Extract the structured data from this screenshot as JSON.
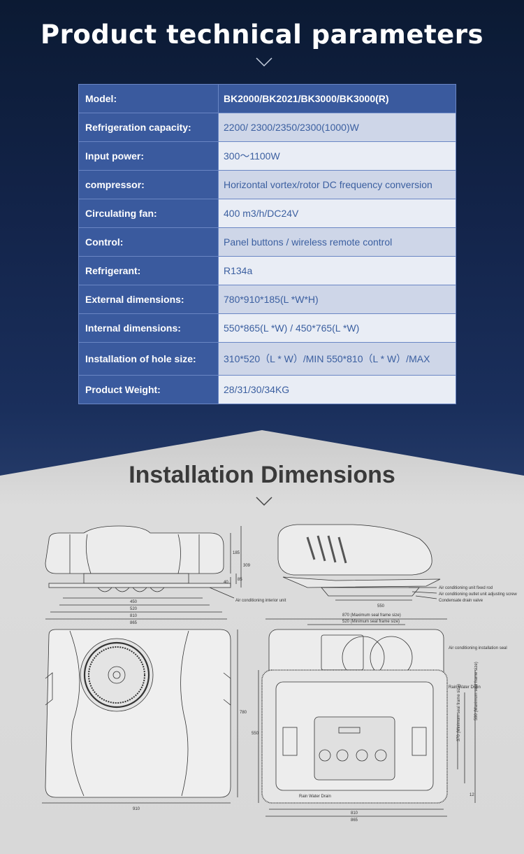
{
  "header": {
    "title": "Product technical parameters"
  },
  "params": [
    {
      "label": "Model:",
      "value": "BK2000/BK2021/BK3000/BK3000(R)"
    },
    {
      "label": "Refrigeration capacity:",
      "value": "2200/ 2300/2350/2300(1000)W"
    },
    {
      "label": "Input power:",
      "value": "300～1100W"
    },
    {
      "label": "compressor:",
      "value": "Horizontal vortex/rotor DC frequency conversion"
    },
    {
      "label": "Circulating fan:",
      "value": "400 m3/h/DC24V"
    },
    {
      "label": "Control:",
      "value": "Panel buttons / wireless remote control"
    },
    {
      "label": "Refrigerant:",
      "value": "R134a"
    },
    {
      "label": "External dimensions:",
      "value": "780*910*185(L *W*H)"
    },
    {
      "label": "Internal dimensions:",
      "value": "550*865(L *W) / 450*765(L *W)"
    },
    {
      "label": "Installation of hole size:",
      "value": "310*520（L * W）/MIN 550*810（L * W）/MAX"
    },
    {
      "label": "Product Weight:",
      "value": "28/31/30/34KG"
    }
  ],
  "section2": {
    "title": "Installation Dimensions"
  },
  "drawing": {
    "side": {
      "d450": "450",
      "d520": "520",
      "d810": "810",
      "d865": "865",
      "d185": "185",
      "d309": "309",
      "d40": "40",
      "d85": "85",
      "interior_unit": "Air conditioning interior unit"
    },
    "iso": {
      "d550": "550",
      "fixed_rod": "Air conditioning unit fixed rod",
      "adjust_screw": "Air conditioning outlet unit adjusting screw",
      "drain_valve": "Condensate drain valve"
    },
    "top": {
      "d910": "910",
      "d780": "780"
    },
    "bottom": {
      "d870": "870 (Maximum seal frame size)",
      "d520": "520 (Minimum seal frame size)",
      "install_seal": "Air conditioning installation seal",
      "rain_drain_r": "Rain Water Drain",
      "d550": "550",
      "d590": "590 (Maximum seal frame size)",
      "d370": "370 (Minimum seal frame size)",
      "d12": "12",
      "rain_drain_b": "Rain Water Drain",
      "d810": "810",
      "d865": "865"
    }
  }
}
